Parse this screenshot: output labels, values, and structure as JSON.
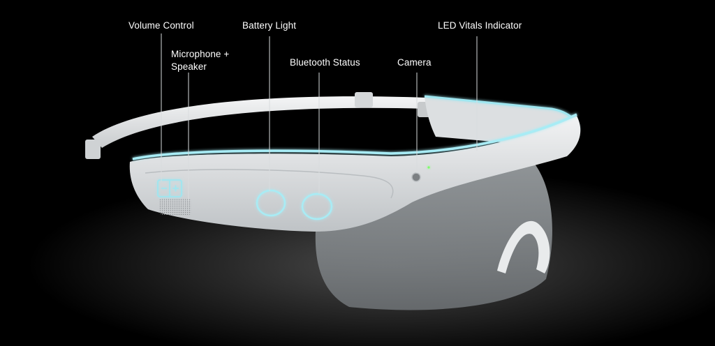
{
  "callouts": {
    "volume_control": "Volume Control",
    "battery_light": "Battery Light",
    "led_vitals_indicator": "LED Vitals Indicator",
    "microphone_speaker_line1": "Microphone +",
    "microphone_speaker_line2": "Speaker",
    "bluetooth_status": "Bluetooth Status",
    "camera": "Camera"
  },
  "colors": {
    "background": "#000000",
    "frame": "#e6e8e9",
    "accent_glow": "#9fe6f0",
    "led_green": "#7dff6a",
    "leader_line": "#d9dcde"
  }
}
